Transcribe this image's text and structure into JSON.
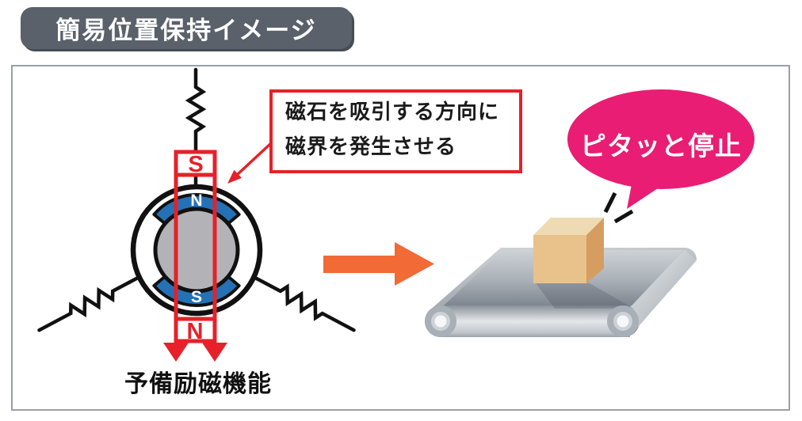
{
  "title": {
    "text": "簡易位置保持イメージ"
  },
  "diagram": {
    "motor": {
      "magnet_top_pole": "S",
      "stator_top_pole": "N",
      "stator_bottom_pole": "S",
      "magnet_bottom_pole": "N",
      "caption": "予備励磁機能"
    },
    "callout": {
      "line1": "磁石を吸引する方向に",
      "line2": "磁界を発生させる"
    },
    "result_bubble": {
      "text": "ピタッと停止"
    }
  },
  "colors": {
    "badge_bg": "#5a616b",
    "accent_red": "#e62129",
    "pole_blue": "#2472b5",
    "bubble_pink": "#e81d73",
    "arrow_orange": "#f26a35",
    "rotor_gray": "#b3b3b7"
  }
}
